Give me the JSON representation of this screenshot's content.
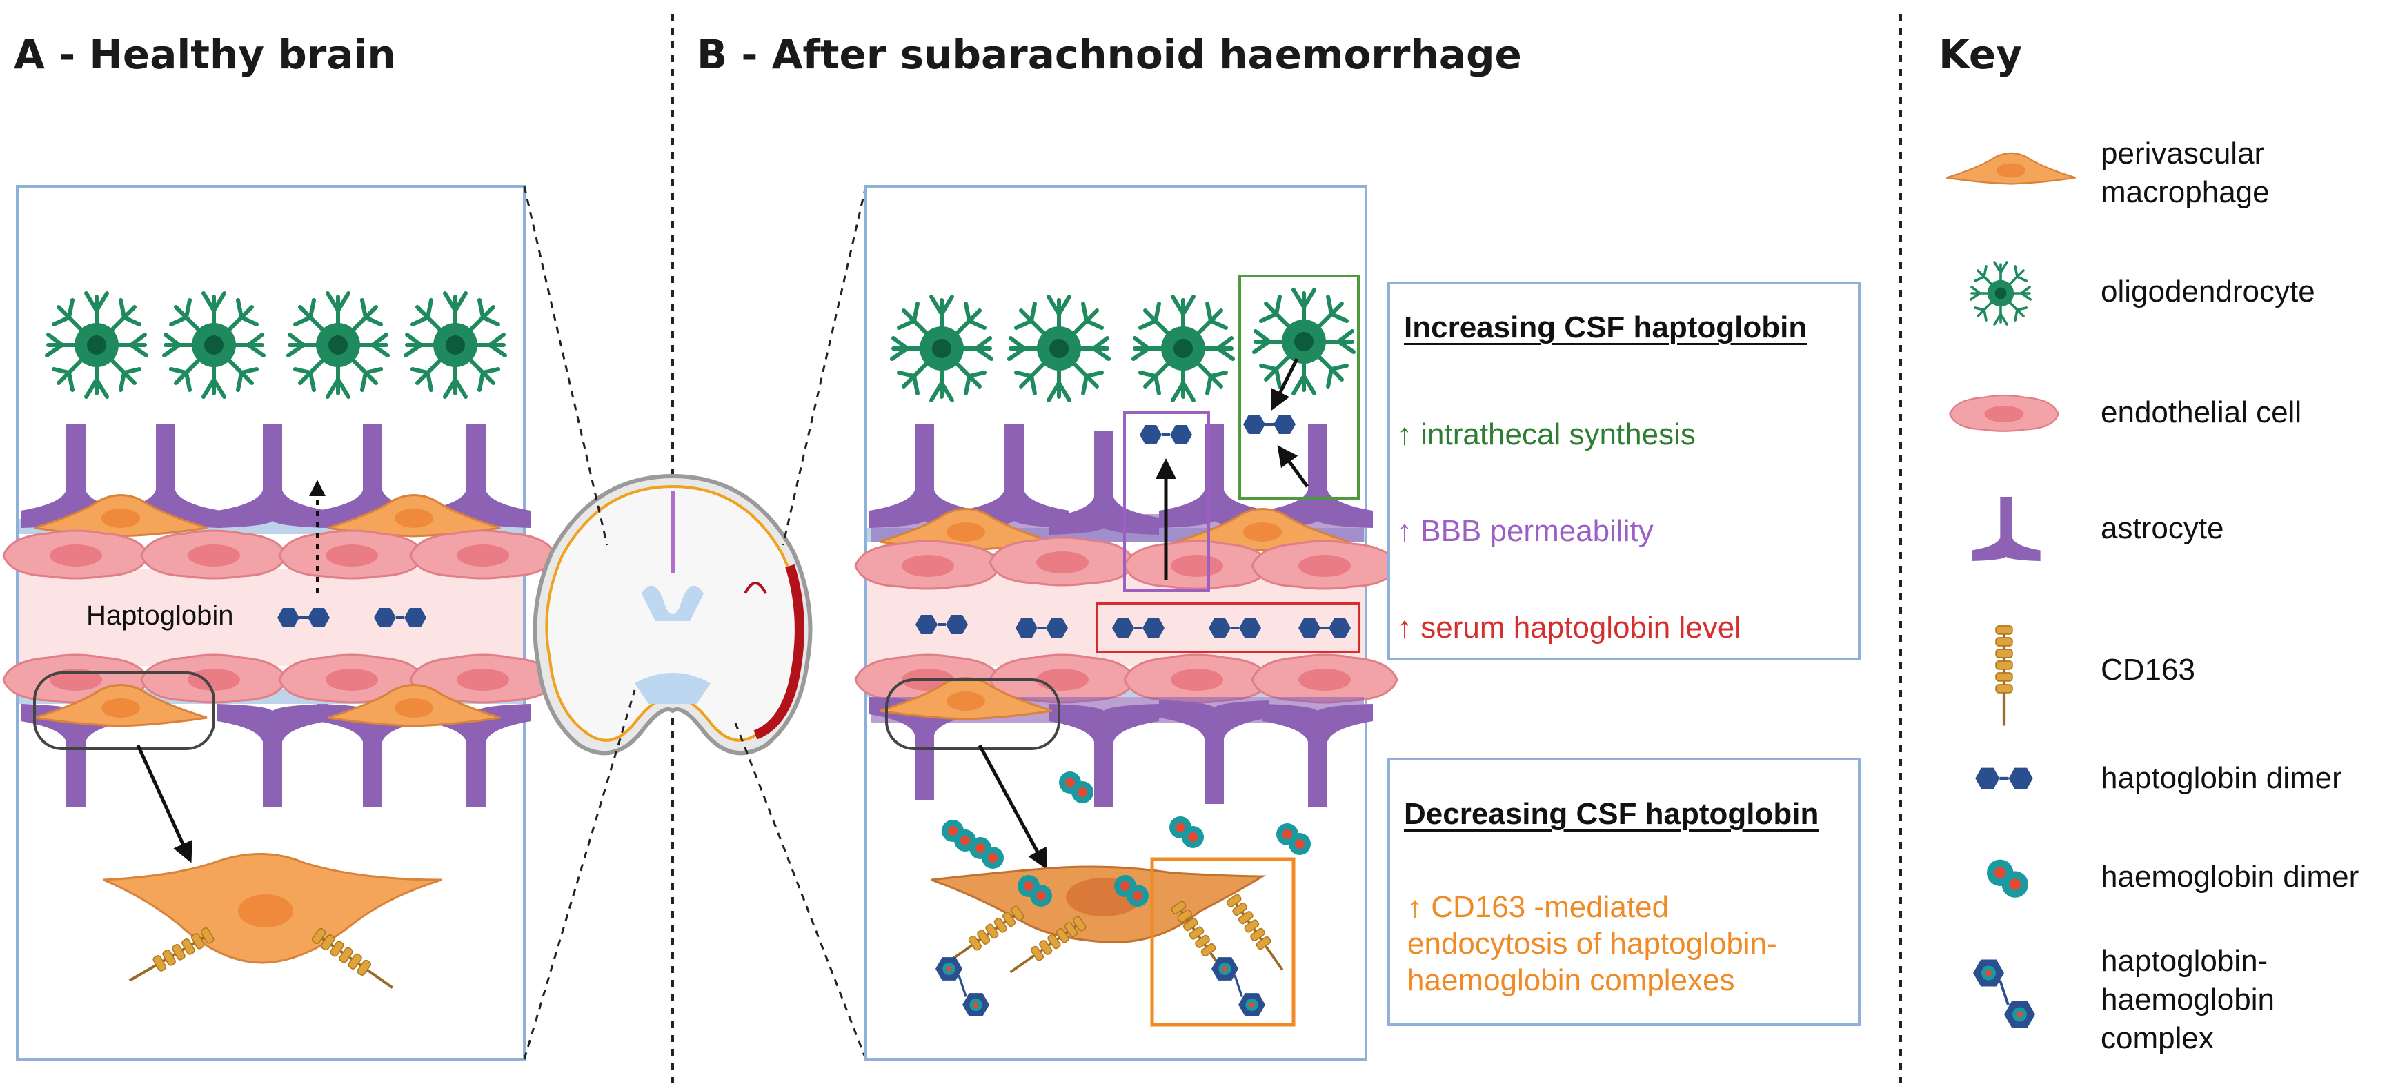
{
  "panels": {
    "a_title": "A - Healthy brain",
    "b_title": "B - After subarachnoid haemorrhage",
    "key_title": "Key"
  },
  "healthy": {
    "haptoglobin_label": "Haptoglobin"
  },
  "increasing_box": {
    "title": "Increasing CSF haptoglobin",
    "items": [
      {
        "text": "↑ intrathecal synthesis",
        "color": "#2e7d32"
      },
      {
        "text": "↑ BBB permeability",
        "color": "#9c5fc4"
      },
      {
        "text": "↑ serum haptoglobin level",
        "color": "#d62d2d"
      }
    ]
  },
  "decreasing_box": {
    "title": "Decreasing CSF haptoglobin",
    "lines": [
      "↑ CD163 -mediated",
      "endocytosis of haptoglobin-",
      "haemoglobin complexes"
    ],
    "color": "#f08a24"
  },
  "key": {
    "items": [
      {
        "lines": [
          "perivascular",
          "macrophage"
        ],
        "icon": "macrophage-icon"
      },
      {
        "lines": [
          "oligodendrocyte"
        ],
        "icon": "oligodendrocyte-icon"
      },
      {
        "lines": [
          "endothelial cell"
        ],
        "icon": "endothelial-cell-icon"
      },
      {
        "lines": [
          "astrocyte"
        ],
        "icon": "astrocyte-icon"
      },
      {
        "lines": [
          "CD163"
        ],
        "icon": "cd163-icon"
      },
      {
        "lines": [
          "haptoglobin dimer"
        ],
        "icon": "haptoglobin-dimer-icon"
      },
      {
        "lines": [
          "haemoglobin dimer"
        ],
        "icon": "haemoglobin-dimer-icon"
      },
      {
        "lines": [
          "haptoglobin-",
          "haemoglobin",
          "complex"
        ],
        "icon": "haptoglobin-haemoglobin-complex-icon"
      }
    ]
  },
  "colors": {
    "frame": "#8fb0d8",
    "green": "#2e7d32",
    "purple": "#9c5fc4",
    "red": "#d62d2d",
    "orange": "#f08a24",
    "macrophage": "#f4a55a",
    "endothelial": "#f2a3a8",
    "astrocyte": "#8d62b4",
    "oligodendrocyte": "#1e8a5e",
    "haptoglobin": "#2b4f8e",
    "haemoglobin": "#1a9aa0"
  }
}
